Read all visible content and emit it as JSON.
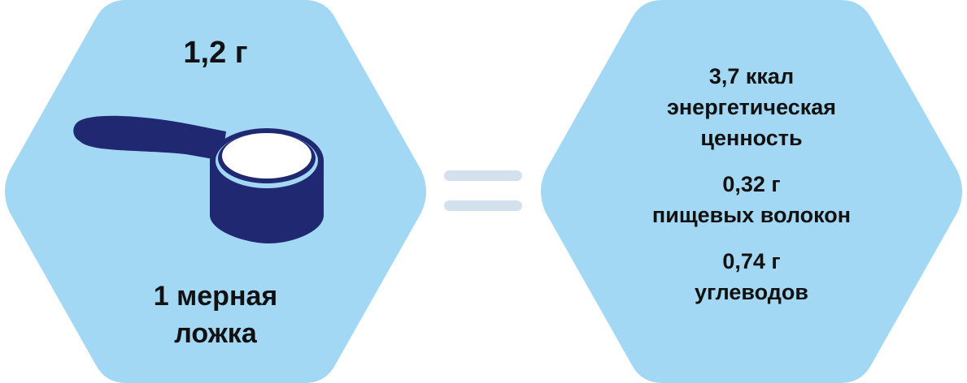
{
  "left_panel": {
    "weight": "1,2 г",
    "measure_line1": "1 мерная",
    "measure_line2": "ложка",
    "icon": "measuring-scoop-icon"
  },
  "right_panel": {
    "facts": [
      {
        "value": "3,7 ккал",
        "label_line1": "энергетическая",
        "label_line2": "ценность"
      },
      {
        "value": "0,32 г",
        "label_line1": "пищевых волокон",
        "label_line2": ""
      },
      {
        "value": "0,74 г",
        "label_line1": "углеводов",
        "label_line2": ""
      }
    ]
  },
  "colors": {
    "hexagon": "#a2d8f4",
    "scoop": "#1f2870",
    "scoop_inner": "#ffffff",
    "equals": "#d3e1ee",
    "text": "#111111"
  }
}
